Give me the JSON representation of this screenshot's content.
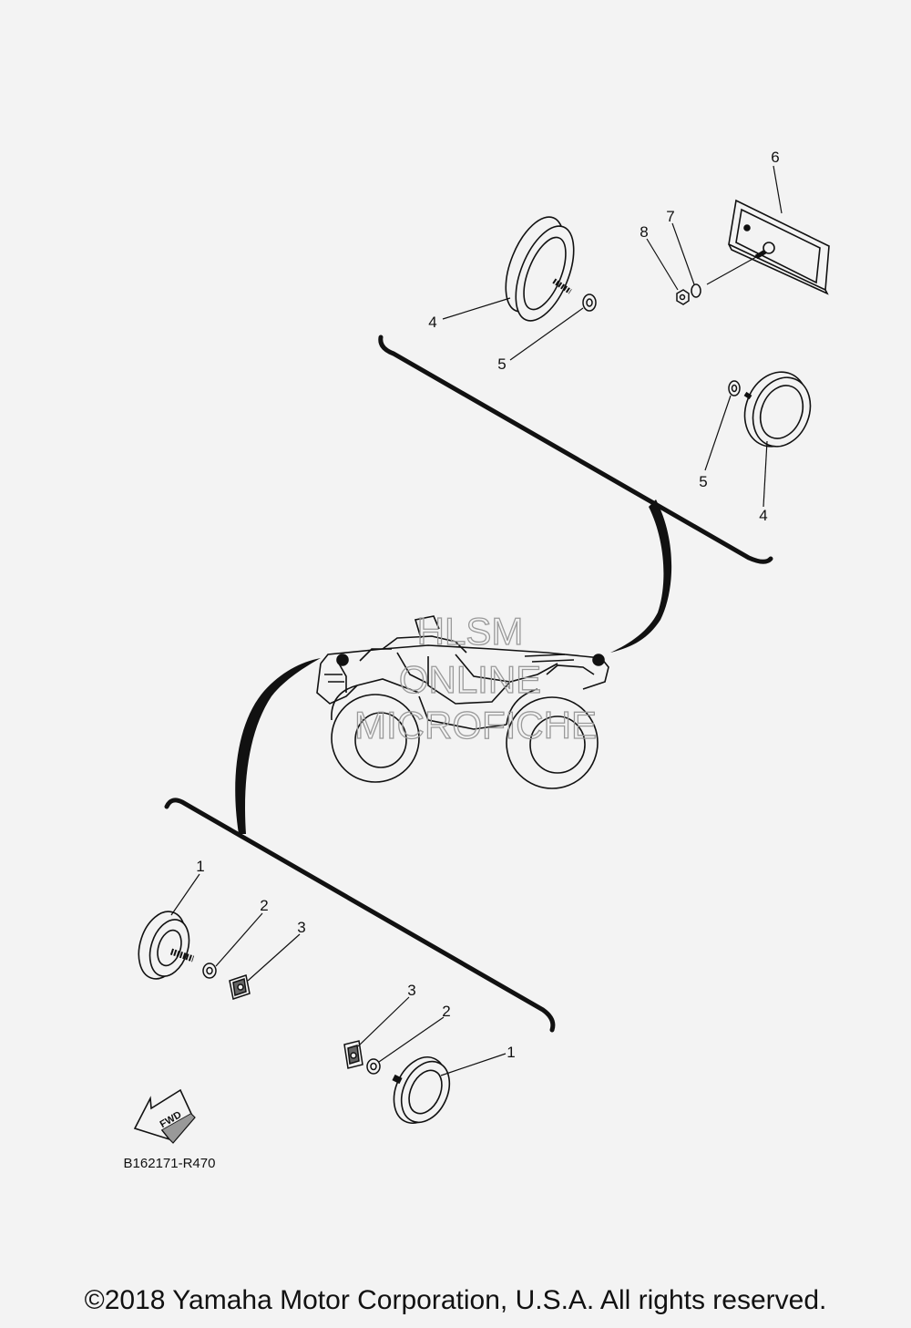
{
  "diagram": {
    "callouts": {
      "rear_reflector_left": "4",
      "rear_washer_left": "5",
      "plate_reflector": "6",
      "plate_washer": "7",
      "plate_nut": "8",
      "rear_washer_right": "5",
      "rear_reflector_right": "4",
      "front_reflector_left": "1",
      "front_washer_left": "2",
      "front_clip_left": "3",
      "front_clip_right": "3",
      "front_washer_right": "2",
      "front_reflector_right": "1"
    },
    "fwd_label": "FWD",
    "diagram_code": "B162171-R470",
    "watermark": {
      "line1": "HLSM",
      "line2": "ONLINE",
      "line3": "MICROFICHE"
    }
  },
  "footer": {
    "copyright": "©2018 Yamaha Motor Corporation, U.S.A. All rights reserved."
  }
}
